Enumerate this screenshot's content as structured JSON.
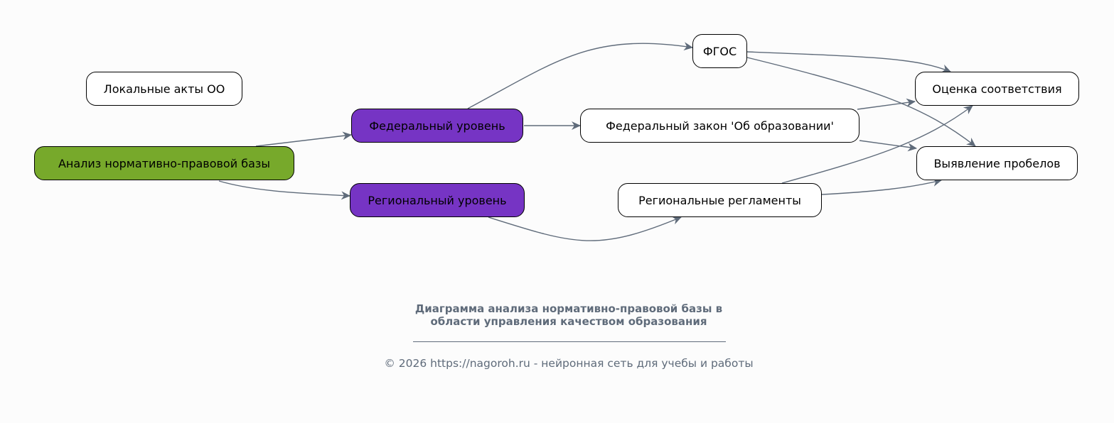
{
  "nodes": {
    "local": "Локальные акты ОО",
    "analysis": "Анализ нормативно-правовой базы",
    "federal": "Федеральный уровень",
    "regional": "Региональный уровень",
    "fgos": "ФГОС",
    "law": "Федеральный закон 'Об образовании'",
    "reg_rules": "Региональные регламенты",
    "assessment": "Оценка соответствия",
    "gaps": "Выявление пробелов"
  },
  "colors": {
    "root": "#77a92b",
    "level": "#7634c4",
    "edge": "#5f6b7a",
    "background": "#fcfcfc"
  },
  "title_line1": "Диаграмма анализа нормативно-правовой базы в",
  "title_line2": "области управления качеством образования",
  "footer": "© 2026 https://nagoroh.ru - нейронная сеть для учебы и работы"
}
